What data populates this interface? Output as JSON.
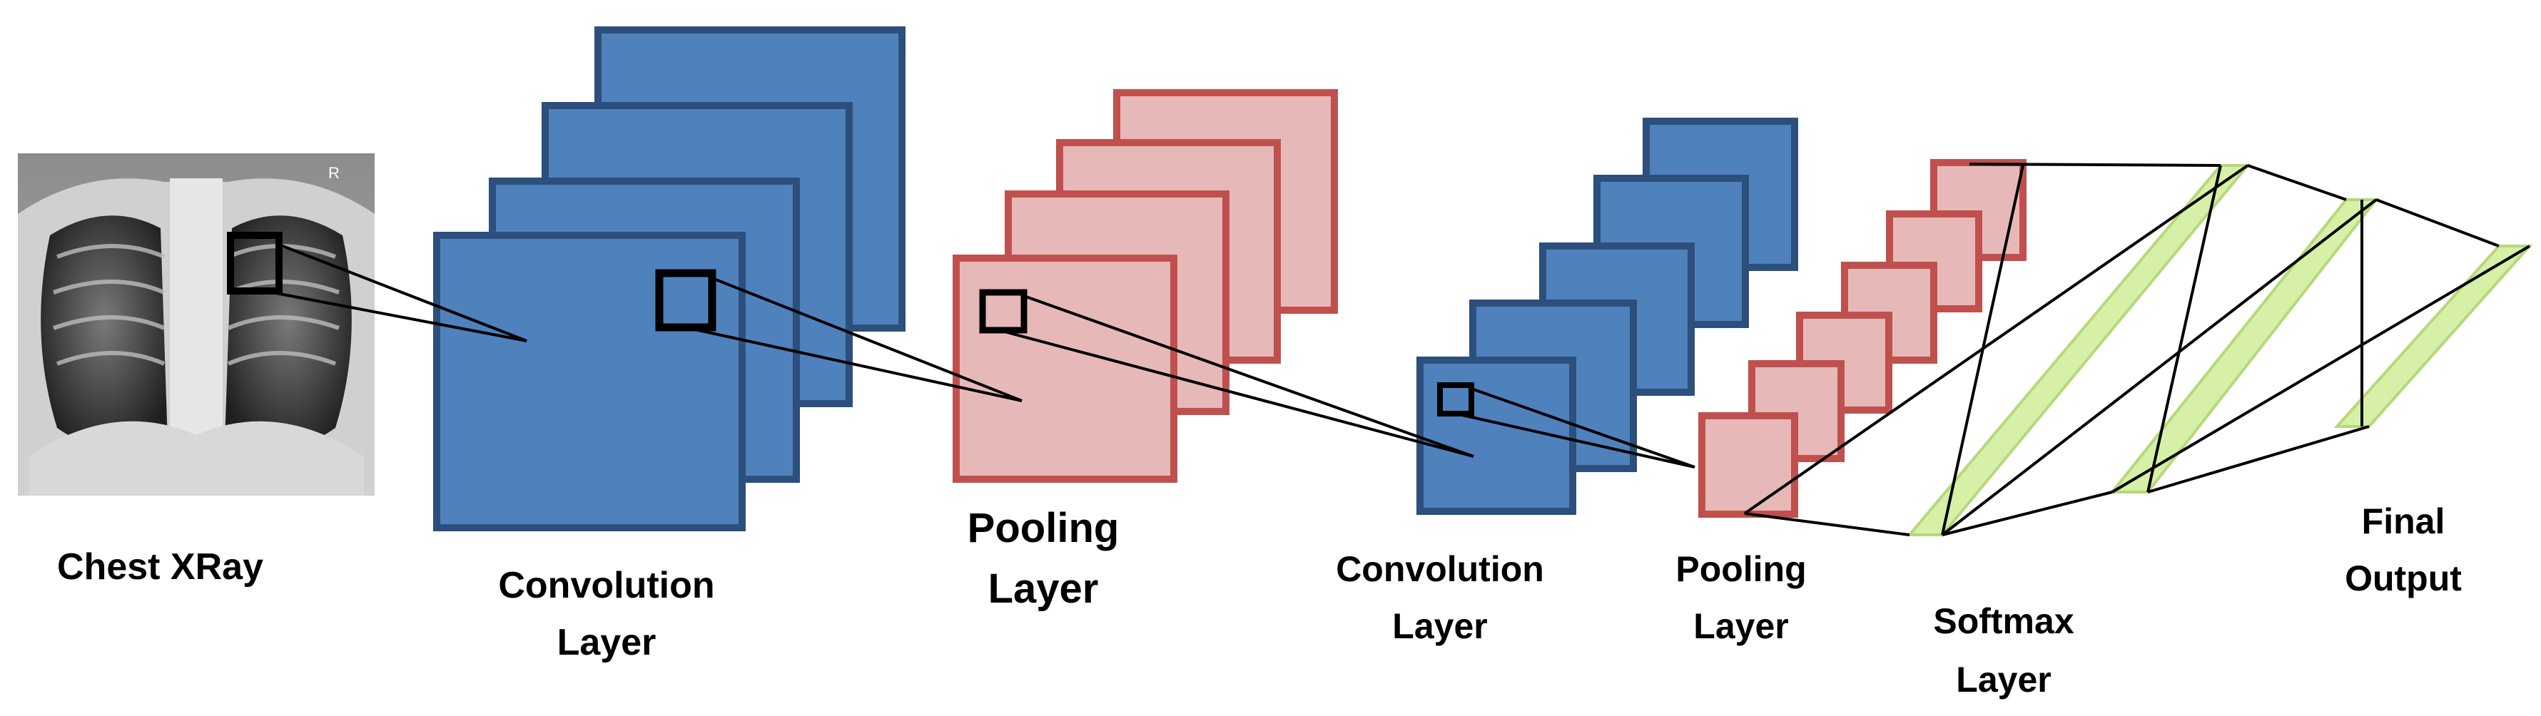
{
  "labels": {
    "xray": "Chest XRay",
    "conv1_line1": "Convolution",
    "conv1_line2": "Layer",
    "pool1_line1": "Pooling",
    "pool1_line2": "Layer",
    "conv2_line1": "Convolution",
    "conv2_line2": "Layer",
    "pool2_line1": "Pooling",
    "pool2_line2": "Layer",
    "softmax_line1": "Softmax",
    "softmax_line2": "Layer",
    "output_line1": "Final",
    "output_line2": "Output"
  },
  "xray_corner_mark": "R",
  "colors": {
    "conv_fill": "#4f81bd",
    "conv_stroke": "#2c4f7c",
    "pool_fill": "#e6b9b8",
    "pool_stroke": "#c0504d",
    "softmax_fill": "#d7f0a8",
    "softmax_stroke": "#b5d97a",
    "line": "#000000"
  }
}
